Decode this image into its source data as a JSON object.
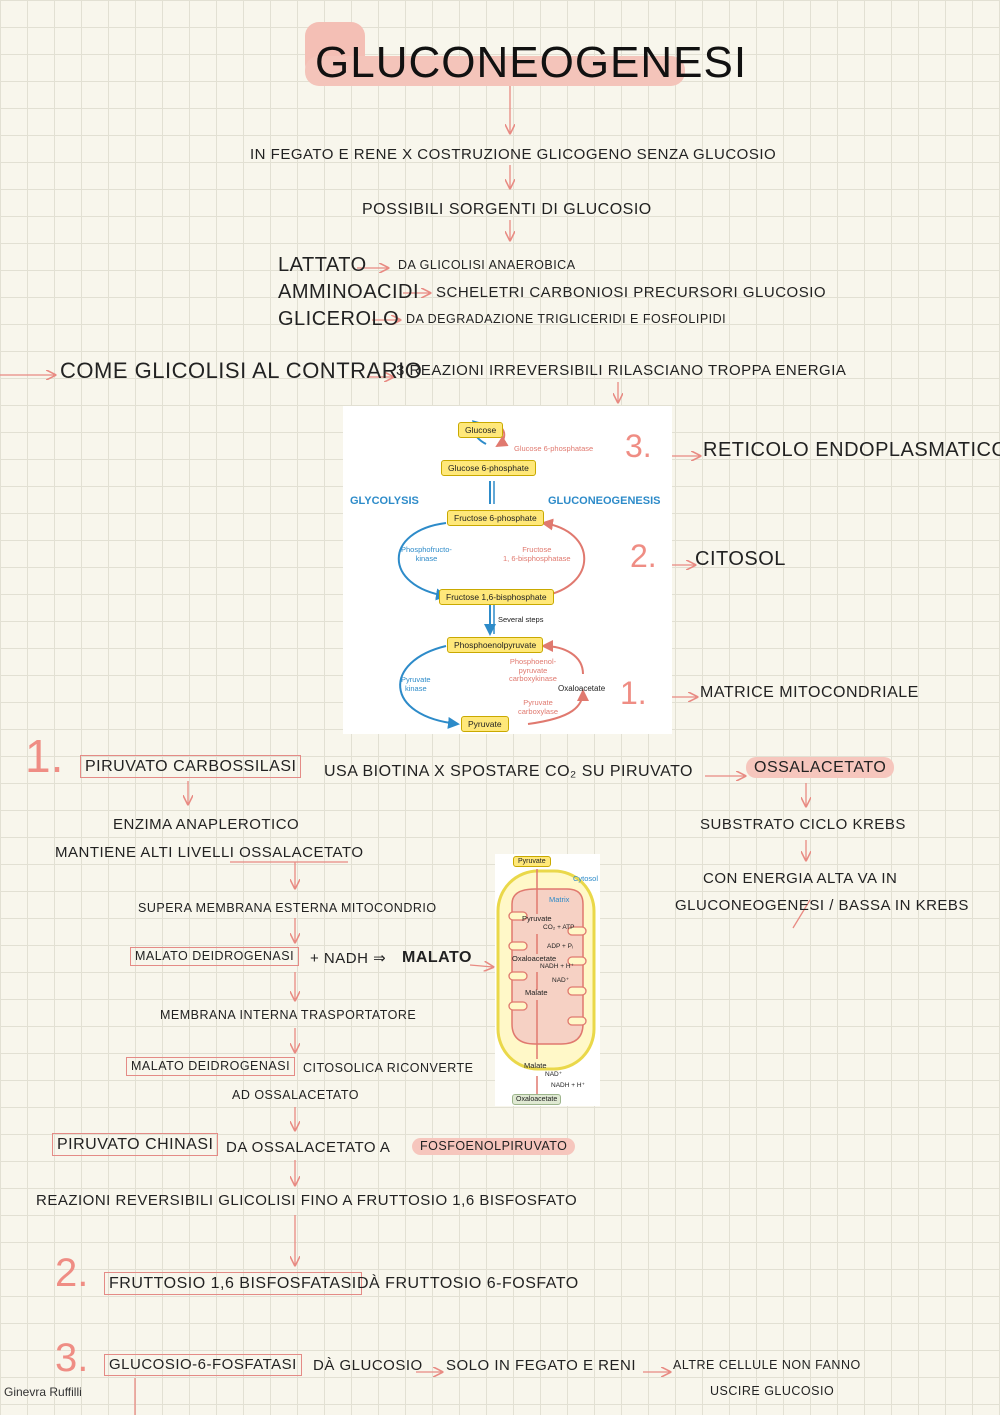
{
  "title": "Gluconeogenesi",
  "intro": {
    "location": "in fegato e rene x costruzione glicogeno senza glucosio",
    "sources_title": "possibili sorgenti di glucosio",
    "sources": [
      {
        "name": "Lattato",
        "desc": "da glicolisi anaerobica"
      },
      {
        "name": "Amminoacidi",
        "desc": "scheletri carboniosi precursori glucosio"
      },
      {
        "name": "Glicerolo",
        "desc": "da degradazione trigliceridi e fosfolipidi"
      }
    ],
    "reverse": "Come glicolisi al contrario",
    "irreversible": "3 reazioni irreversibili rilasciano troppa energia"
  },
  "figure1": {
    "glycolysis": "GLYCOLYSIS",
    "gluconeogenesis": "GLUCONEOGENESIS",
    "glucose": "Glucose",
    "g6p": "Glucose 6-phosphate",
    "g6pase": "Glucose 6-phosphatase",
    "f6p": "Fructose 6-phosphate",
    "pfk": "Phosphofructo-\nkinase",
    "fbpase": "Fructose\n1, 6-bisphosphatase",
    "f16bp": "Fructose 1,6-bisphosphate",
    "several": "Several steps",
    "pep": "Phosphoenolpyruvate",
    "pepck": "Phosphoenol-\npyruvate\ncarboxykinase",
    "pk": "Pyruvate\nkinase",
    "oaa": "Oxaloacetate",
    "pc": "Pyruvate\ncarboxylase",
    "pyruvate": "Pyruvate"
  },
  "locations": [
    {
      "num": "3.",
      "label": "Reticolo endoplasmatico"
    },
    {
      "num": "2.",
      "label": "Citosol"
    },
    {
      "num": "1.",
      "label": "Matrice mitocondriale"
    }
  ],
  "step1": {
    "num": "1.",
    "enzyme": "Piruvato carbossilasi",
    "text": "usa biotina x spostare CO₂ su piruvato",
    "product": "Ossalacetato",
    "anaplerotic": "enzima anaplerotico",
    "keeps": "mantiene alti livelli",
    "keeps_u": "ossalacetato",
    "krebs_sub": "substrato ciclo Krebs",
    "energy1": "con energia alta va in",
    "energy2": "gluconeogenesi / bassa in Krebs",
    "membrane_out": "supera membrana esterna mitocondrio",
    "mdh": "malato deidrogenasi",
    "nadh": "+ NADH ⇒",
    "malato": "MALATO",
    "membrane_in": "membrana interna trasportatore",
    "mdh_cyto": "malato deidrogenasi",
    "reconvert": "citosolica riconverte",
    "reconvert2": "ad ossalacetato",
    "pk_enzyme": "Piruvato chinasi",
    "pk_text": "da ossalacetato a",
    "pk_product": "fosfoenolpiruvato",
    "reversible": "reazioni reversibili glicolisi fino a fruttosio 1,6 bisfosfato"
  },
  "figure2": {
    "pyruvate": "Pyruvate",
    "cytosol": "Cytosol",
    "matrix": "Matrix",
    "pyruvate_in": "Pyruvate",
    "co2atp": "CO₂ + ATP",
    "adp": "ADP + Pᵢ",
    "oaa": "Oxaloacetate",
    "nadh": "NADH + H⁺",
    "nad": "NAD⁺",
    "malate_in": "Malate",
    "malate_out": "Malate",
    "nad2": "NAD⁺",
    "nadh2": "NADH + H⁺",
    "oaa_out": "Oxaloacetate"
  },
  "step2": {
    "num": "2.",
    "enzyme": "Fruttosio 1,6 bisfosfatasi",
    "text": "dà fruttosio 6-fosfato"
  },
  "step3": {
    "num": "3.",
    "enzyme": "Glucosio-6-fosfatasi",
    "text": "dà glucosio",
    "only": "solo in fegato e reni",
    "others1": "altre cellule non fanno",
    "others2": "uscire glucosio"
  },
  "author": "Ginevra Ruffilli"
}
